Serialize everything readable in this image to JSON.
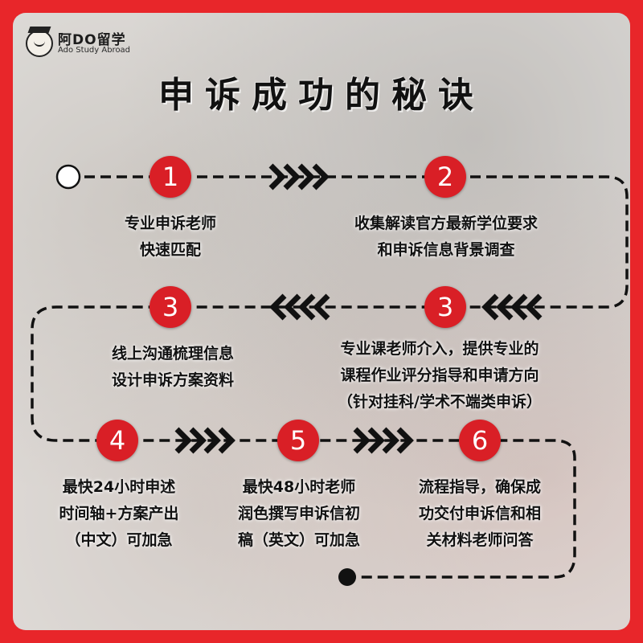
{
  "brand": {
    "name": "阿DO留学",
    "tagline": "Ado Study Abroad"
  },
  "title": "申诉成功的秘诀",
  "colors": {
    "accent": "#d91f26",
    "frame": "#e8262a",
    "text": "#111111"
  },
  "steps": [
    {
      "number": "1",
      "lines": [
        "专业申诉老师",
        "快速匹配"
      ]
    },
    {
      "number": "2",
      "lines": [
        "收集解读官方最新学位要求",
        "和申诉信息背景调查"
      ]
    },
    {
      "number": "3",
      "lines": [
        "专业课老师介入，提供专业的",
        "课程作业评分指导和申请方向",
        "（针对挂科/学术不端类申诉）"
      ]
    },
    {
      "number": "3",
      "lines": [
        "线上沟通梳理信息",
        "设计申诉方案资料"
      ]
    },
    {
      "number": "4",
      "lines": [
        "最快24小时申述",
        "时间轴+方案产出",
        "（中文）可加急"
      ]
    },
    {
      "number": "5",
      "lines": [
        "最快48小时老师",
        "润色撰写申诉信初",
        "稿（英文）可加急"
      ]
    },
    {
      "number": "6",
      "lines": [
        "流程指导，确保成",
        "功交付申诉信和相",
        "关材料老师问答"
      ]
    }
  ]
}
